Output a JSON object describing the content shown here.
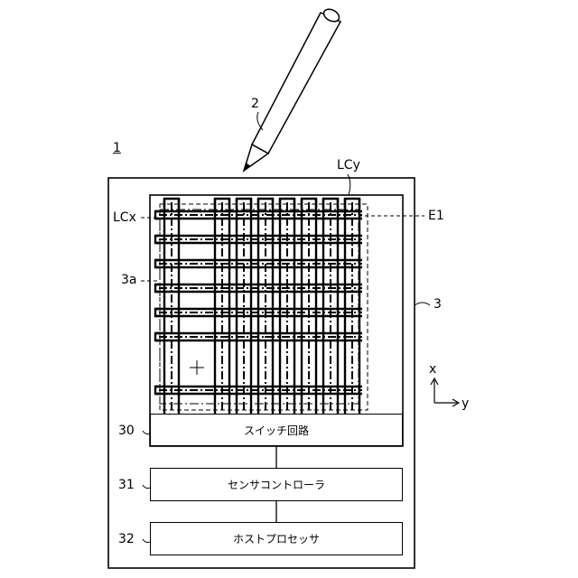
{
  "labels": {
    "device": "1",
    "pen": "2",
    "sensor_panel": "3",
    "sensor_area": "3a",
    "lcx": "LCx",
    "lcy": "LCy",
    "electrode_e1": "E1",
    "switch_ref": "30",
    "controller_ref": "31",
    "host_ref": "32",
    "axis_x": "x",
    "axis_y": "y"
  },
  "blocks": {
    "switch_circuit": "スイッチ回路",
    "sensor_controller": "センサコントローラ",
    "host_processor": "ホストプロセッサ"
  }
}
